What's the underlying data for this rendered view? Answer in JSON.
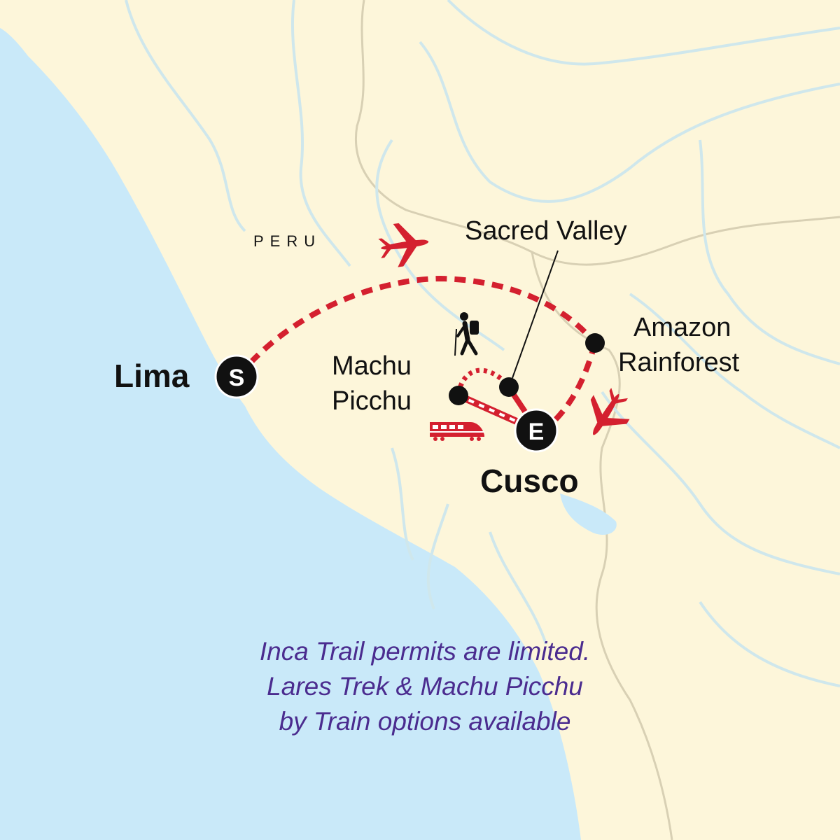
{
  "map": {
    "country_label": "PERU",
    "places": {
      "start": {
        "name": "Lima",
        "marker": "S"
      },
      "end": {
        "name": "Cusco",
        "marker": "E"
      },
      "sacred_valley": {
        "name": "Sacred Valley"
      },
      "amazon": {
        "line1": "Amazon",
        "line2": "Rainforest"
      },
      "machu_picchu": {
        "line1": "Machu",
        "line2": "Picchu"
      }
    },
    "note": {
      "line1": "Inca Trail permits are limited.",
      "line2": "Lares Trek & Machu Picchu",
      "line3": "by Train options available"
    },
    "colors": {
      "land": "#fdf6da",
      "water": "#c9e9f9",
      "route": "#d4202f",
      "marker": "#111111",
      "note_text": "#4b2c8f"
    },
    "icons": [
      "plane-icon",
      "hiker-icon",
      "train-icon"
    ]
  }
}
